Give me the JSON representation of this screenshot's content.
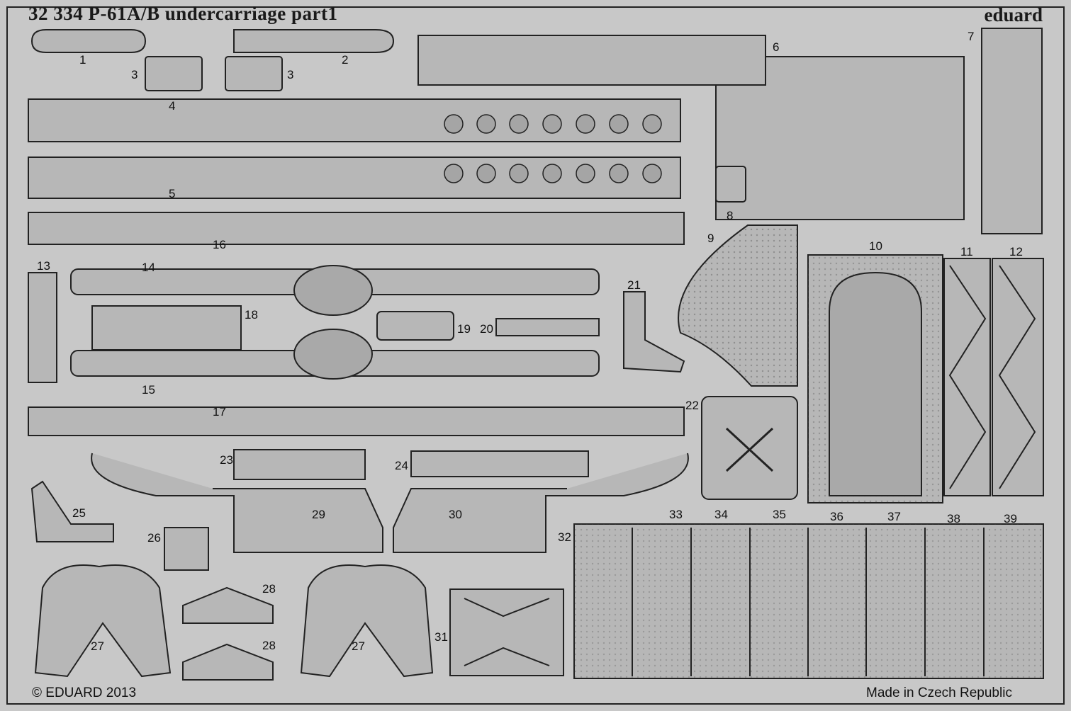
{
  "sheet": {
    "title": "32 334  P-61A/B undercarriage   part1",
    "brand": "eduard",
    "copyright": "© EDUARD 2013",
    "origin": "Made in Czech Republic",
    "colors": {
      "fret": "#c8c8c8",
      "part": "#b7b7b7",
      "outline": "#222222",
      "etch": "#9a9a9a"
    }
  },
  "part_numbers": [
    "1",
    "2",
    "3",
    "3",
    "4",
    "5",
    "6",
    "7",
    "8",
    "9",
    "10",
    "11",
    "12",
    "13",
    "14",
    "15",
    "16",
    "17",
    "18",
    "19",
    "20",
    "21",
    "22",
    "23",
    "24",
    "25",
    "26",
    "27",
    "27",
    "28",
    "28",
    "29",
    "30",
    "31",
    "32",
    "33",
    "34",
    "35",
    "36",
    "37",
    "38",
    "39"
  ]
}
